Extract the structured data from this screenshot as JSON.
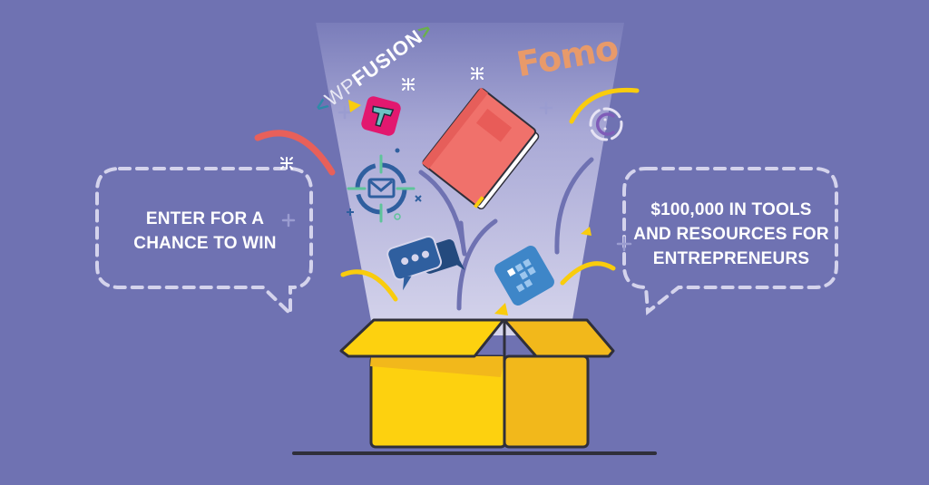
{
  "colors": {
    "background": "#6f72b2",
    "spotlight": "#d3d2ea",
    "box_yellow": "#fdd10f",
    "box_yellow_shade": "#f2b81b",
    "box_outline": "#2f2f3a",
    "dashed_bubble": "#d4d3ec",
    "book_red": "#f0716b",
    "accent_red": "#e8605a",
    "accent_yellow": "#f9cc0d",
    "icon_blue": "#2f5f9f",
    "icon_light_blue": "#3e86c8",
    "icon_green": "#5ec49a",
    "fomo_orange": "#e89a6a",
    "app_pink": "#e2186f"
  },
  "left_bubble": {
    "lines": [
      "ENTER FOR A",
      "CHANCE TO WIN"
    ]
  },
  "right_bubble": {
    "lines": [
      "$100,000 IN TOOLS",
      "AND RESOURCES FOR",
      "ENTREPRENEURS"
    ]
  },
  "logos": {
    "wpfusion": {
      "bracket_left": "<",
      "wp": "WP",
      "fusion": "FUSION",
      "bracket_right": ">"
    },
    "fomo": "Fomo"
  },
  "icons": [
    "wpfusion-logo",
    "fomo-logo",
    "teachable-app-icon",
    "book-icon",
    "email-target-icon",
    "chat-bubbles-icon",
    "grid-app-icon",
    "circle-c-logo-icon",
    "gift-box-icon",
    "sparkle-icon"
  ]
}
